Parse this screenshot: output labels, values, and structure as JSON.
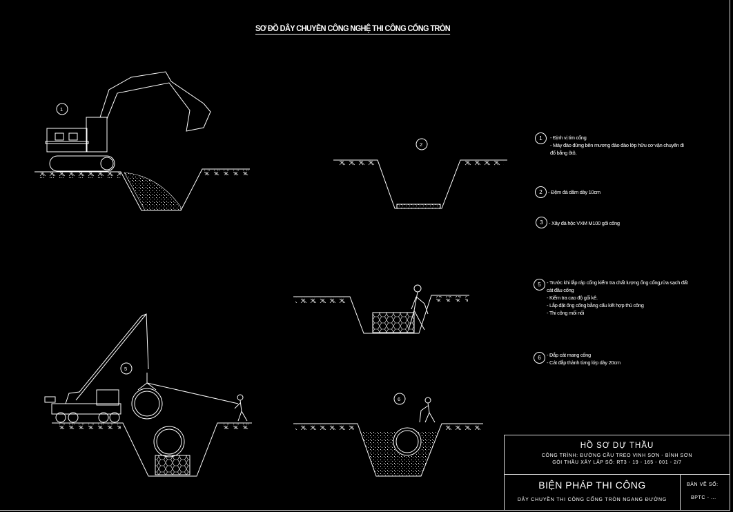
{
  "drawing_title": "SƠ ĐỒ DÂY CHUYỀN CÔNG NGHỆ THI CÔNG CỐNG TRÒN",
  "figure_labels": {
    "step1": "1",
    "step2": "2",
    "step5_crane": "5",
    "step6": "6"
  },
  "legend": [
    {
      "num": "1",
      "lines": [
        "- Định vị tim cống",
        "- Máy đào đứng bên mương đào đào lớp hữu cơ vận chuyển đi",
        "đổ bằng ôtô,"
      ]
    },
    {
      "num": "2",
      "lines": [
        "- Đệm đá dăm dày 10cm"
      ]
    },
    {
      "num": "3",
      "lines": [
        "- Xây đá hộc VXM M100 gối cống"
      ]
    },
    {
      "num": "5",
      "lines": [
        "- Trước khi lắp ráp cống kiểm tra chất lượng ống cống,rửa sạch đất",
        "cát đầu cống",
        "- Kiểm tra cao độ gối kê.",
        "- Lắp đặt ống cống bằng cẩu kết hợp thủ công",
        "- Thi công mối nối"
      ]
    },
    {
      "num": "6",
      "lines": [
        "- Đắp cát mang cống",
        "- Cát đắp thành từng lớp dày 20cm"
      ]
    }
  ],
  "title_block": {
    "heading": "HỒ SƠ DỰ THẦU",
    "project": "CÔNG TRÌNH: ĐƯỜNG CẦU TREO VINH SƠN - BÌNH SƠN",
    "package": "GÓI THẦU XÂY LẮP SỐ: RT3 - 19 - 165 - 001 - 2/7",
    "main_title": "BIỆN PHÁP THI CÔNG",
    "subtitle": "DÂY CHUYỀN THI CÔNG CỐNG TRÒN NGANG ĐƯỜNG",
    "sheet_label": "BẢN VẼ SỐ:",
    "sheet_no": "BPTC - ..."
  }
}
